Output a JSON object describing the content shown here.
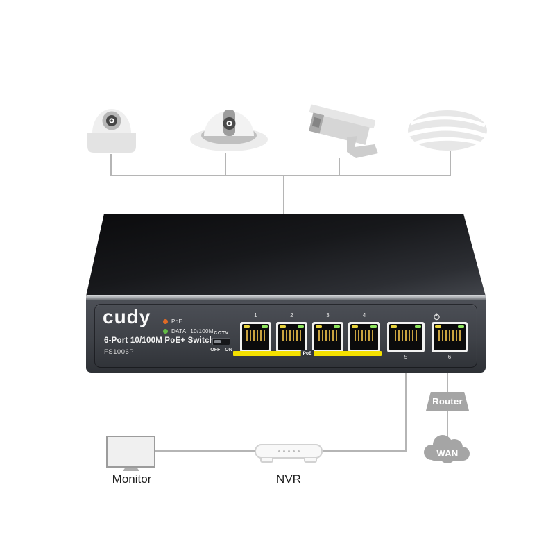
{
  "scene": {
    "background": "#ffffff",
    "line_color": "#b5b5b5",
    "top_devices": [
      {
        "icon": "dome-camera"
      },
      {
        "icon": "turret-camera"
      },
      {
        "icon": "bullet-camera"
      },
      {
        "icon": "wireless-access-point"
      }
    ]
  },
  "switch_panel": {
    "brand": "cudy",
    "title": "6-Port 10/100M PoE+ Switch",
    "model": "FS1006P",
    "leds": [
      {
        "label": "PoE",
        "color": "#e06b26"
      },
      {
        "label": "DATA 10/100M",
        "color": "#62bb46"
      }
    ],
    "cctv": {
      "label": "CCTV",
      "off": "OFF",
      "on": "ON"
    },
    "ports": {
      "poe_numbers": [
        "1",
        "2",
        "3",
        "4"
      ],
      "uplink_numbers": [
        "5",
        "6"
      ],
      "poe_bar_label": "PoE",
      "power_icon": "power-symbol"
    },
    "colors": {
      "poe_bar": "#f4e000",
      "port_led_yellow": "#e6d23e",
      "port_led_green": "#8ee45e",
      "panel_body": "#3e4147"
    }
  },
  "bottom_devices": {
    "monitor": "Monitor",
    "nvr": "NVR",
    "router": "Router",
    "wan": "WAN"
  }
}
